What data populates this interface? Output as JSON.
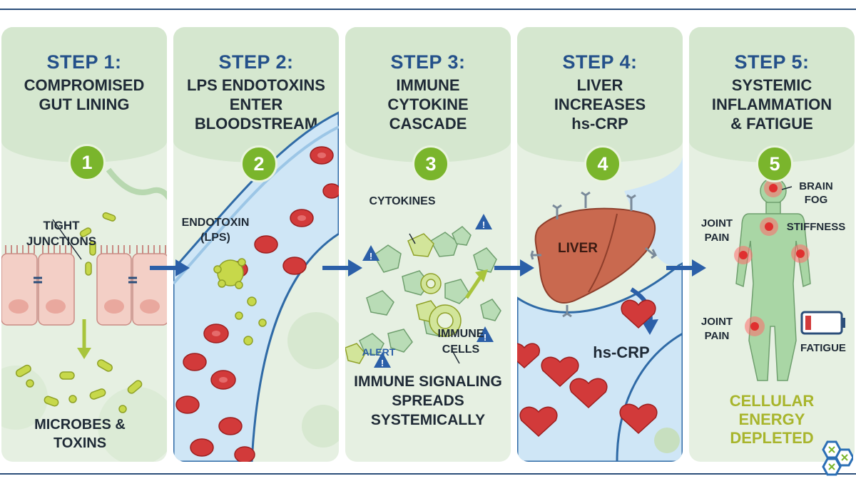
{
  "colors": {
    "step_blue": "#24508a",
    "badge_green": "#7ab52c",
    "blood_red": "#d23a3a",
    "vessel_blue": "#cfe6f6",
    "energy_green": "#a8b52c"
  },
  "steps": [
    {
      "label": "STEP 1:",
      "number": "1",
      "title_lines": [
        "COMPROMISED",
        "GUT LINING"
      ],
      "labels": {
        "tight_junctions": "TIGHT JUNCTIONS",
        "microbes": "MICROBES & TOXINS"
      }
    },
    {
      "label": "STEP 2:",
      "number": "2",
      "title_lines": [
        "LPS ENDOTOXINS",
        "ENTER",
        "BLOODSTREAM"
      ],
      "labels": {
        "endotoxin": "ENDOTOXIN (LPS)"
      }
    },
    {
      "label": "STEP 3:",
      "number": "3",
      "title_lines": [
        "IMMUNE",
        "CYTOKINE",
        "CASCADE"
      ],
      "labels": {
        "cytokines": "CYTOKINES",
        "alert": "ALERT",
        "immune_cells": "IMMUNE CELLS",
        "footer": "IMMUNE SIGNALING SPREADS SYSTEMICALLY"
      }
    },
    {
      "label": "STEP 4:",
      "number": "4",
      "title_lines": [
        "LIVER",
        "INCREASES",
        "hs-CRP"
      ],
      "labels": {
        "liver": "LIVER",
        "crp": "hs-CRP"
      }
    },
    {
      "label": "STEP 5:",
      "number": "5",
      "title_lines": [
        "SYSTEMIC",
        "INFLAMMATION",
        "& FATIGUE"
      ],
      "labels": {
        "brain_fog": "BRAIN FOG",
        "joint_pain_upper": "JOINT PAIN",
        "stiffness": "STIFFNESS",
        "joint_pain_lower": "JOINT PAIN",
        "fatigue": "FATIGUE",
        "energy": "CELLULAR ENERGY DEPLETED"
      }
    }
  ]
}
